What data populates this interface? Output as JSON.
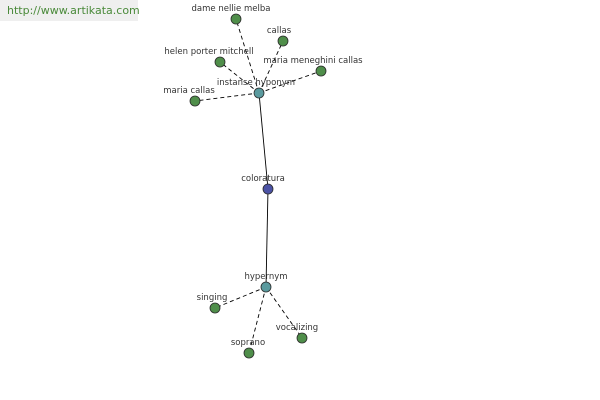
{
  "header": {
    "url": "http://www.artikata.com"
  },
  "colors": {
    "center_node": "#4b52a5",
    "relation_node": "#5a9a9e",
    "leaf_node": "#4f8e4a",
    "node_stroke": "#2a2a2a",
    "edge": "#000000",
    "label": "#333333"
  },
  "graph": {
    "nodes": [
      {
        "id": "coloratura",
        "label": "coloratura",
        "kind": "center"
      },
      {
        "id": "instance_hyponym",
        "label": "instanse hyponym",
        "kind": "relation"
      },
      {
        "id": "hypernym",
        "label": "hypernym",
        "kind": "relation"
      },
      {
        "id": "dame_nellie_melba",
        "label": "dame nellie melba",
        "kind": "leaf"
      },
      {
        "id": "callas",
        "label": "callas",
        "kind": "leaf"
      },
      {
        "id": "helen_porter_mitchell",
        "label": "helen porter mitchell",
        "kind": "leaf"
      },
      {
        "id": "maria_meneghini_callas",
        "label": "maria meneghini callas",
        "kind": "leaf"
      },
      {
        "id": "maria_callas",
        "label": "maria callas",
        "kind": "leaf"
      },
      {
        "id": "singing",
        "label": "singing",
        "kind": "leaf"
      },
      {
        "id": "soprano",
        "label": "soprano",
        "kind": "leaf"
      },
      {
        "id": "vocalizing",
        "label": "vocalizing",
        "kind": "leaf"
      }
    ],
    "edges": [
      {
        "from": "coloratura",
        "to": "instance_hyponym",
        "style": "solid"
      },
      {
        "from": "coloratura",
        "to": "hypernym",
        "style": "solid"
      },
      {
        "from": "instance_hyponym",
        "to": "dame_nellie_melba",
        "style": "dashed"
      },
      {
        "from": "instance_hyponym",
        "to": "callas",
        "style": "dashed"
      },
      {
        "from": "instance_hyponym",
        "to": "helen_porter_mitchell",
        "style": "dashed"
      },
      {
        "from": "instance_hyponym",
        "to": "maria_meneghini_callas",
        "style": "dashed"
      },
      {
        "from": "instance_hyponym",
        "to": "maria_callas",
        "style": "dashed"
      },
      {
        "from": "hypernym",
        "to": "singing",
        "style": "dashed"
      },
      {
        "from": "hypernym",
        "to": "soprano",
        "style": "dashed"
      },
      {
        "from": "hypernym",
        "to": "vocalizing",
        "style": "dashed"
      }
    ]
  }
}
